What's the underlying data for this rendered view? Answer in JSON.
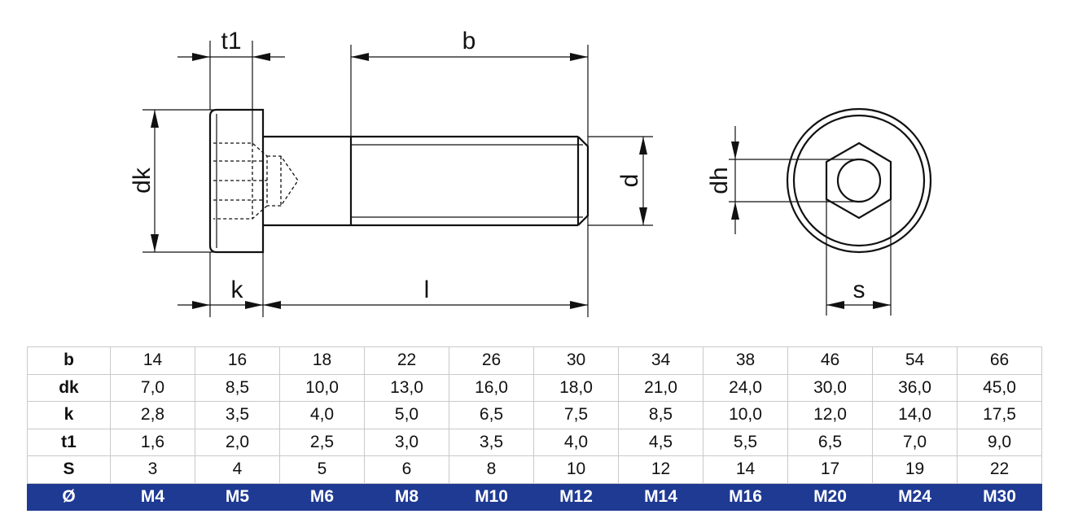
{
  "drawing": {
    "labels": {
      "t1": "t1",
      "b": "b",
      "dk": "dk",
      "d": "d",
      "k": "k",
      "l": "l",
      "dh": "dh",
      "s": "s"
    }
  },
  "table": {
    "rows": [
      {
        "label": "b",
        "values": [
          "14",
          "16",
          "18",
          "22",
          "26",
          "30",
          "34",
          "38",
          "46",
          "54",
          "66"
        ]
      },
      {
        "label": "dk",
        "values": [
          "7,0",
          "8,5",
          "10,0",
          "13,0",
          "16,0",
          "18,0",
          "21,0",
          "24,0",
          "30,0",
          "36,0",
          "45,0"
        ]
      },
      {
        "label": "k",
        "values": [
          "2,8",
          "3,5",
          "4,0",
          "5,0",
          "6,5",
          "7,5",
          "8,5",
          "10,0",
          "12,0",
          "14,0",
          "17,5"
        ]
      },
      {
        "label": "t1",
        "values": [
          "1,6",
          "2,0",
          "2,5",
          "3,0",
          "3,5",
          "4,0",
          "4,5",
          "5,5",
          "6,5",
          "7,0",
          "9,0"
        ]
      },
      {
        "label": "S",
        "values": [
          "3",
          "4",
          "5",
          "6",
          "8",
          "10",
          "12",
          "14",
          "17",
          "19",
          "22"
        ]
      }
    ],
    "size_row": {
      "label": "Ø",
      "values": [
        "M4",
        "M5",
        "M6",
        "M8",
        "M10",
        "M12",
        "M14",
        "M16",
        "M20",
        "M24",
        "M30"
      ]
    },
    "colors": {
      "size_row_bg": "#1f3a93",
      "size_row_text": "#ffffff",
      "border": "#c9c9c9"
    }
  }
}
